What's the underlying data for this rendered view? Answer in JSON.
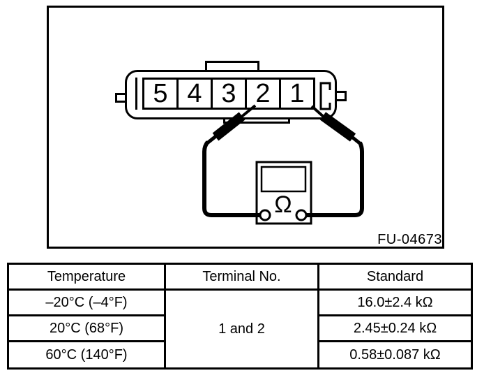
{
  "figure": {
    "label": "FU-04673",
    "connector": {
      "terminals": [
        "5",
        "4",
        "3",
        "2",
        "1"
      ]
    },
    "meter": {
      "ohm_symbol": "Ω"
    }
  },
  "table": {
    "headers": [
      "Temperature",
      "Terminal No.",
      "Standard"
    ],
    "terminal_no": "1 and 2",
    "rows": [
      {
        "temperature": "–20°C (–4°F)",
        "standard": "16.0±2.4 kΩ"
      },
      {
        "temperature": "20°C (68°F)",
        "standard": "2.45±0.24 kΩ"
      },
      {
        "temperature": "60°C (140°F)",
        "standard": "0.58±0.087 kΩ"
      }
    ]
  },
  "colors": {
    "ink": "#000000",
    "background": "#ffffff"
  }
}
